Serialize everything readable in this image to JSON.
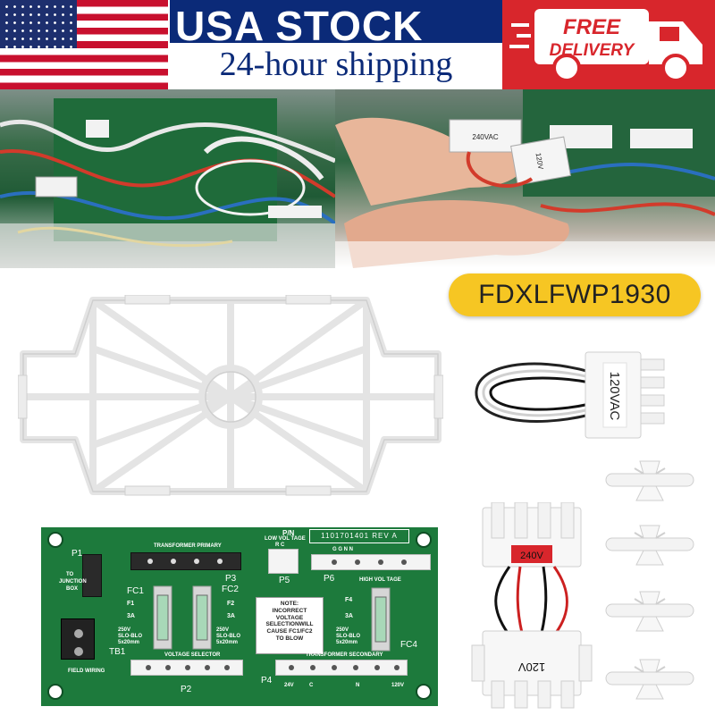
{
  "banner": {
    "title": "USA STOCK",
    "subtitle": "24-hour shipping",
    "delivery_badge": "FREE\nDELIVERY",
    "delivery_line1": "FREE",
    "delivery_line2": "DELIVERY",
    "colors": {
      "flag_red": "#c8102e",
      "flag_blue": "#1d2f6e",
      "stock_blue": "#0b2a78",
      "delivery_red": "#d8262c"
    }
  },
  "product": {
    "part_number": "FDXLFWP1930",
    "pill_color": "#f6c623"
  },
  "photo_right": {
    "connector_a": "240VAC",
    "connector_b": "120V"
  },
  "jumper_120": {
    "label": "120VAC"
  },
  "jumper_240": {
    "top_label": "240V",
    "bottom_label": "120V"
  },
  "pcb": {
    "part_number": "1101701401 REV A",
    "pn_prefix": "P/N",
    "p1": "P1",
    "p1_note": "TO\nJUNCTION\nBOX",
    "p1_note_l1": "TO",
    "p1_note_l2": "JUNCTION",
    "p1_note_l3": "BOX",
    "transformer_primary": "TRANSFORMER PRIMARY",
    "p3": "P3",
    "low_voltage": "LOW VOL TAGE",
    "low_voltage_pins": "R    C",
    "p5": "P5",
    "p6": "P6",
    "high_voltage": "HIGH VOL TAGE",
    "high_voltage_pins": "G    G    N    N",
    "fc1": "FC1",
    "fc2": "FC2",
    "f1": "F1",
    "f2": "F2",
    "f1_rating": "3A",
    "f2_rating": "3A",
    "f1_spec_l1": "250V",
    "f1_spec_l2": "SLO-BLO",
    "f1_spec_l3": "5x20mm",
    "f2_spec_l1": "250V",
    "f2_spec_l2": "SLO-BLO",
    "f2_spec_l3": "5x20mm",
    "note_title": "NOTE:",
    "note_l1": "INCORRECT",
    "note_l2": "VOLTAGE",
    "note_l3": "SELECTIONWILL",
    "note_l4": "CAUSE FC1/FC2",
    "note_l5": "TO BLOW",
    "f4": "F4",
    "f4_rating": "3A",
    "f4_spec_l1": "250V",
    "f4_spec_l2": "SLO-BLO",
    "f4_spec_l3": "5x20mm",
    "fc4": "FC4",
    "tb1": "TB1",
    "field_wiring": "FIELD WIRING",
    "voltage_selector": "VOLTAGE SELECTOR",
    "p2": "P2",
    "transformer_secondary": "TRANSFORMER SECONDARY",
    "p4": "P4",
    "sec_pin_24v": "24V",
    "sec_pin_c": "C",
    "sec_pin_n": "N",
    "sec_pin_120v": "120V",
    "board_color": "#1d7a3c"
  }
}
